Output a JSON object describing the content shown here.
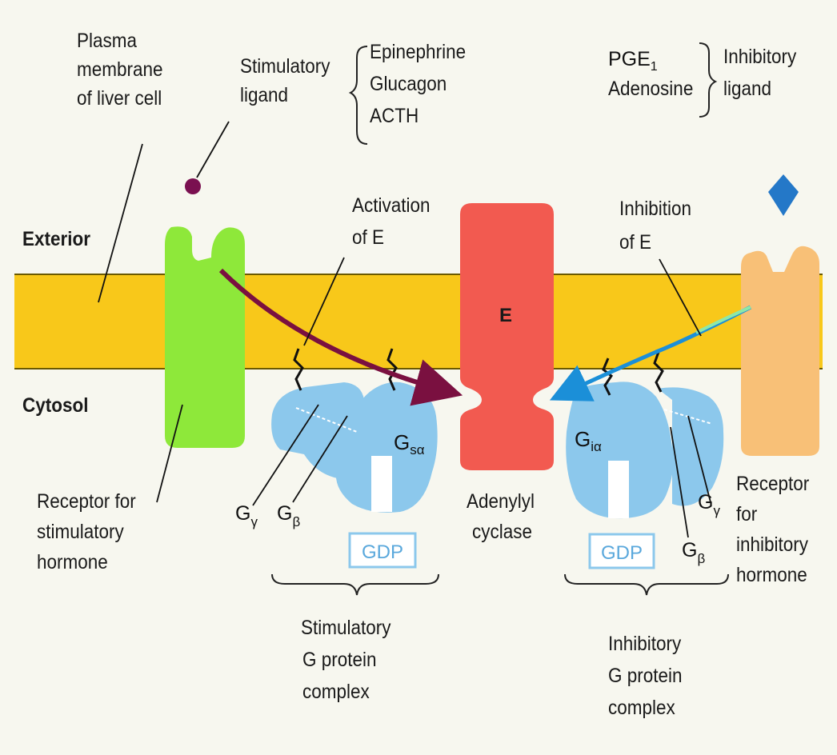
{
  "colors": {
    "background": "#f7f7ef",
    "membrane": "#f8c81a",
    "stimulatory_receptor": "#8ee83a",
    "adenylyl_cyclase": "#f25a50",
    "g_protein": "#8cc8ec",
    "inhibitory_receptor": "#f8c077",
    "stimulatory_ligand": "#7a1050",
    "inhibitory_ligand": "#2478c8",
    "activation_arrow": "#7a1040",
    "inhibition_arrow": "#1b8fd8"
  },
  "labels": {
    "plasma_membrane": [
      "Plasma",
      "membrane",
      "of liver cell"
    ],
    "stimulatory_ligand": [
      "Stimulatory",
      "ligand"
    ],
    "stimulatory_ligands_list": [
      "Epinephrine",
      "Glucagon",
      "ACTH"
    ],
    "inhibitory_ligands_list": [
      "PGE1",
      "Adenosine"
    ],
    "inhibitory_ligand": [
      "Inhibitory",
      "ligand"
    ],
    "exterior": "Exterior",
    "cytosol": "Cytosol",
    "activation": [
      "Activation",
      "of E"
    ],
    "inhibition": [
      "Inhibition",
      "of E"
    ],
    "enzyme": "E",
    "g_s_alpha": "Gsα",
    "g_i_alpha": "Giα",
    "g_gamma": "Gγ",
    "g_beta": "Gβ",
    "gdp": "GDP",
    "stim_receptor": [
      "Receptor for",
      "stimulatory",
      "hormone"
    ],
    "adenylyl_cyclase": [
      "Adenylyl",
      "cyclase"
    ],
    "stim_complex": [
      "Stimulatory",
      "G protein",
      "complex"
    ],
    "inhib_complex": [
      "Inhibitory",
      "G protein",
      "complex"
    ],
    "inhib_receptor": [
      "Receptor",
      "for",
      "inhibitory",
      "hormone"
    ]
  }
}
